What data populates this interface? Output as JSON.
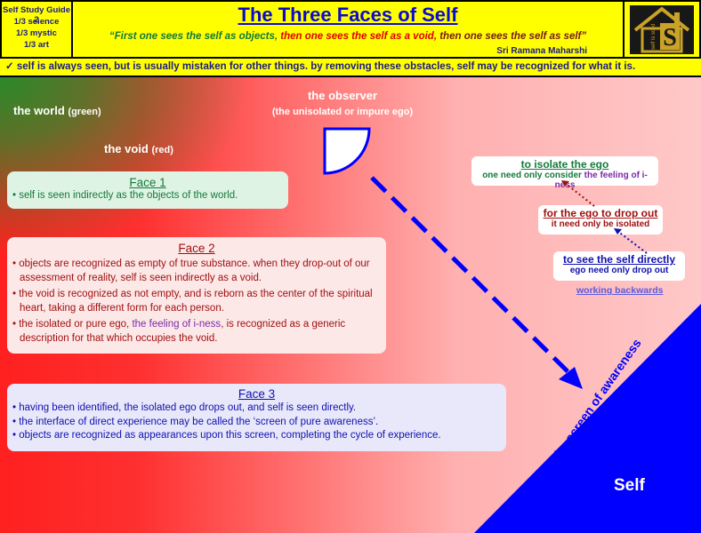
{
  "header": {
    "guide_title": "Self Study Guide 2",
    "guide_lines": [
      "1/3 science",
      "1/3 mystic",
      "1/3 art"
    ],
    "title": "The Three Faces of Self",
    "quote_part1": "“First one sees the self as objects, ",
    "quote_part2": "then one sees the self as a void, ",
    "quote_part3": "then one sees the self as self”",
    "quote_author": "Sri Ramana Maharshi",
    "logo_text": "self is solid",
    "logo_letter": "S",
    "subheader": "✓ self is always seen, but is usually mistaken for other things.  by removing these obstacles, self may be recognized for what it is."
  },
  "diagram": {
    "world_label": "the world",
    "world_sub": "(green)",
    "void_label": "the void",
    "void_sub": "(red)",
    "observer_label": "the observer",
    "observer_sub": "(the unisolated or impure ego)",
    "screen_label": "the screen of awareness",
    "self_label": "Self"
  },
  "faces": {
    "face1": {
      "title": "Face 1",
      "lines": [
        "• self is seen indirectly as the objects of the world."
      ]
    },
    "face2": {
      "title": "Face 2",
      "lines": [
        "• objects are recognized as empty of true substance. when they drop-out of our assessment of reality, self is seen indirectly as a void.",
        "• the void is recognized as not empty, and is reborn as the center of the spiritual heart, taking a different form for each person."
      ],
      "line3_a": "• the isolated or pure ego, ",
      "line3_b": "the feeling of i-ness",
      "line3_c": ", is recognized as a generic description for that which occupies the void."
    },
    "face3": {
      "title": "Face 3",
      "lines": [
        "• having been identified, the isolated ego drops out, and self is seen directly.",
        "• the interface of direct experience may be called the ‘screen of pure awareness’.",
        "• objects are recognized as appearances upon this screen, completing the cycle of experience."
      ]
    }
  },
  "steps": {
    "isolate_title": "to isolate the ego",
    "isolate_sub_a": "one need only consider ",
    "isolate_sub_b": "the feeling of i-ness",
    "drop_title": "for the ego to drop out",
    "drop_sub": "it need only be isolated",
    "see_title": "to see the self directly",
    "see_sub": "ego need only drop out",
    "working_backwards": "working backwards"
  },
  "colors": {
    "header_bg": "#ffff00",
    "title_blue": "#0a0ad0",
    "quote_red": "#e00000",
    "green_text": "#127a3a",
    "red_text": "#a01010",
    "blue_text": "#1010b0",
    "purple_text": "#7a2aa8",
    "self_corner": "#0000ff"
  }
}
